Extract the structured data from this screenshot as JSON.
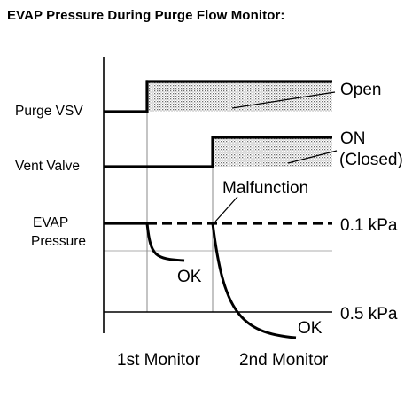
{
  "title": "EVAP Pressure During Purge Flow Monitor:",
  "labels": {
    "purge_vsv": "Purge VSV",
    "vent_valve": "Vent Valve",
    "evap_line1": "EVAP",
    "evap_line2": "Pressure",
    "open": "Open",
    "on": "ON",
    "closed": "(Closed)",
    "malfunction": "Malfunction",
    "ok_first": "OK",
    "ok_second": "OK",
    "pressure_high": "0.1 kPa",
    "pressure_low": "0.5 kPa",
    "first_monitor": "1st Monitor",
    "second_monitor": "2nd Monitor"
  },
  "colors": {
    "line": "#000000",
    "guide": "#bdbdbd",
    "hatch": "#7a7a7a"
  }
}
